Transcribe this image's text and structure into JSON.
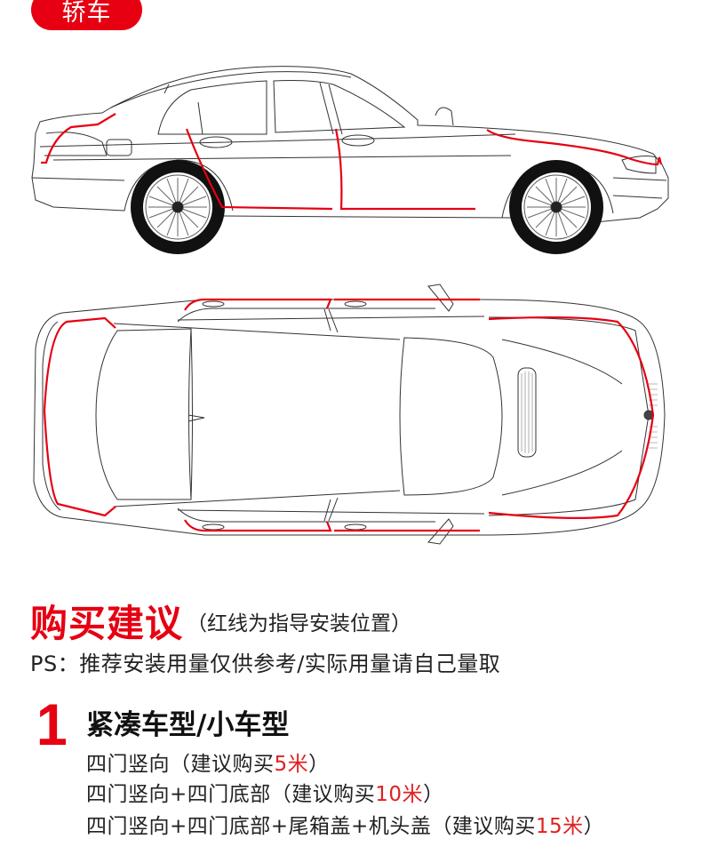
{
  "badge": {
    "label": "轿车",
    "color": "#e60012"
  },
  "illustrations": {
    "side_view": {
      "name": "sedan-side-view",
      "highlight_color": "#e60012"
    },
    "top_view": {
      "name": "sedan-top-view",
      "highlight_color": "#e60012"
    }
  },
  "heading": {
    "title": "购买建议",
    "note": "（红线为指导安装位置）",
    "ps": "PS：推荐安装用量仅供参考/实际用量请自己量取"
  },
  "steps": [
    {
      "number": "1",
      "title": "紧凑车型/小车型",
      "options": [
        {
          "text": "四门竖向（建议购买",
          "amount": "5米",
          "suffix": "）"
        },
        {
          "text": "四门竖向+四门底部（建议购买",
          "amount": "10米",
          "suffix": "）"
        },
        {
          "text": "四门竖向+四门底部+尾箱盖+机头盖（建议购买",
          "amount": "15米",
          "suffix": "）"
        }
      ]
    }
  ],
  "colors": {
    "accent": "#e60012",
    "text": "#222222",
    "amount": "#e02020"
  }
}
